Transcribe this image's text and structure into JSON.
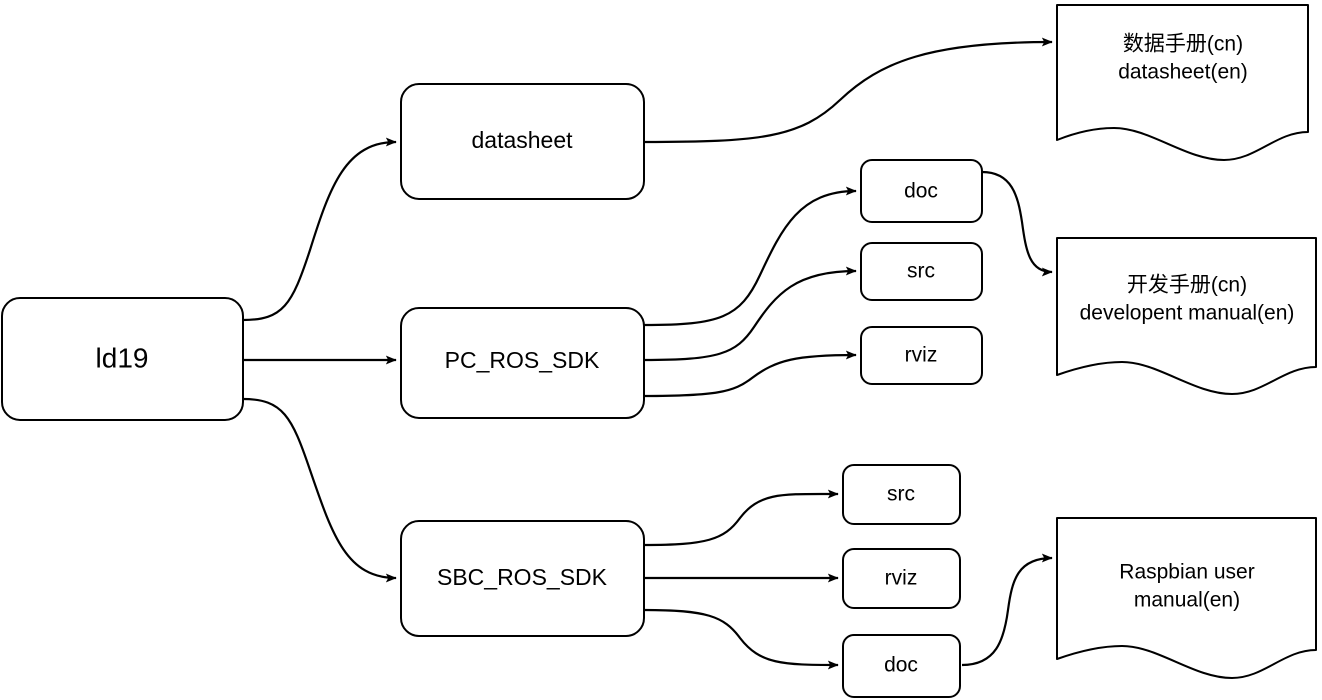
{
  "diagram": {
    "title": "ld19 documentation tree",
    "background_color": "#ffffff",
    "stroke_color": "#000000",
    "fill_color": "#ffffff",
    "nodes": {
      "root": {
        "label": "ld19",
        "shape": "rounded-rect"
      },
      "datasheet": {
        "label": "datasheet",
        "shape": "rounded-rect"
      },
      "pc_ros_sdk": {
        "label": "PC_ROS_SDK",
        "shape": "rounded-rect"
      },
      "sbc_ros_sdk": {
        "label": "SBC_ROS_SDK",
        "shape": "rounded-rect"
      },
      "pc_doc": {
        "label": "doc",
        "shape": "rounded-rect"
      },
      "pc_src": {
        "label": "src",
        "shape": "rounded-rect"
      },
      "pc_rviz": {
        "label": "rviz",
        "shape": "rounded-rect"
      },
      "sbc_src": {
        "label": "src",
        "shape": "rounded-rect"
      },
      "sbc_rviz": {
        "label": "rviz",
        "shape": "rounded-rect"
      },
      "sbc_doc": {
        "label": "doc",
        "shape": "rounded-rect"
      },
      "datasheet_doc": {
        "shape": "document-wave",
        "line1": "数据手册(cn)",
        "line2": "datasheet(en)"
      },
      "development_manual_doc": {
        "shape": "document-wave",
        "line1": "开发手册(cn)",
        "line2": "developent manual(en)"
      },
      "raspbian_manual_doc": {
        "shape": "document-wave",
        "line1": "Raspbian user",
        "line2": "manual(en)"
      }
    },
    "edges": [
      {
        "from": "root",
        "to": "datasheet",
        "style": "curved",
        "arrow": true
      },
      {
        "from": "root",
        "to": "pc_ros_sdk",
        "style": "straight",
        "arrow": true
      },
      {
        "from": "root",
        "to": "sbc_ros_sdk",
        "style": "curved",
        "arrow": true
      },
      {
        "from": "datasheet",
        "to": "datasheet_doc",
        "style": "curved",
        "arrow": true
      },
      {
        "from": "pc_ros_sdk",
        "to": "pc_doc",
        "style": "curved",
        "arrow": true
      },
      {
        "from": "pc_ros_sdk",
        "to": "pc_src",
        "style": "curved",
        "arrow": true
      },
      {
        "from": "pc_ros_sdk",
        "to": "pc_rviz",
        "style": "curved",
        "arrow": true
      },
      {
        "from": "pc_doc",
        "to": "development_manual_doc",
        "style": "curved",
        "arrow": true
      },
      {
        "from": "sbc_ros_sdk",
        "to": "sbc_src",
        "style": "curved",
        "arrow": true
      },
      {
        "from": "sbc_ros_sdk",
        "to": "sbc_rviz",
        "style": "straight",
        "arrow": true
      },
      {
        "from": "sbc_ros_sdk",
        "to": "sbc_doc",
        "style": "curved",
        "arrow": true
      },
      {
        "from": "sbc_doc",
        "to": "raspbian_manual_doc",
        "style": "curved",
        "arrow": true
      }
    ]
  }
}
